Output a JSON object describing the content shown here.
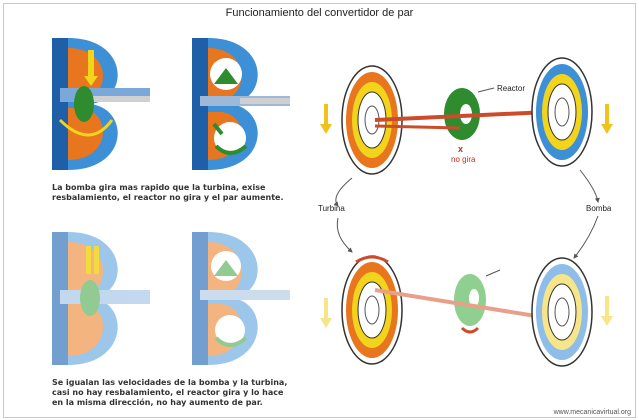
{
  "title": "Funcionamiento del convertidor de par",
  "caption_top": [
    "La bomba gira mas rapido que la turbina, exise",
    "resbalamiento, el reactor no gira y el par aumente."
  ],
  "caption_bottom": [
    "Se igualan las velocidades de la bomba y la turbina,",
    "casi no hay resbalamiento, el reactor gira y lo hace",
    "en la misma dirección, no hay aumento de par."
  ],
  "labels": {
    "reactor": "Reactor",
    "no_gira_mark": "x",
    "no_gira": "no gira",
    "turbina": "Turbina",
    "bomba": "Bomba"
  },
  "footer": "www.mecanicavirtual.org",
  "colors": {
    "orange": "#e8761e",
    "blue": "#3d8fd6",
    "green": "#2e8b2e",
    "yellow": "#f2d41c",
    "red": "#cc2a1a"
  }
}
